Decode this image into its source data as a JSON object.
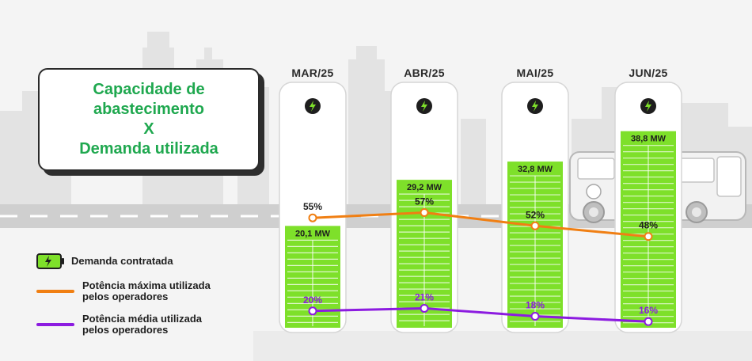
{
  "title": {
    "lines": [
      "Capacidade de",
      "abastecimento",
      "X",
      "Demanda utilizada"
    ]
  },
  "chart_data": {
    "type": "bar",
    "categories": [
      "MAR/25",
      "ABR/25",
      "MAI/25",
      "JUN/25"
    ],
    "ylim": [
      0,
      48
    ],
    "series": [
      {
        "name": "Demanda contratada",
        "type": "bar",
        "values": [
          20.1,
          29.2,
          32.8,
          38.8
        ],
        "labels": [
          "20,1 MW",
          "29,2 MW",
          "32,8 MW",
          "38,8 MW"
        ],
        "color": "#7ee02a"
      },
      {
        "name": "Potência máxima utilizada pelos operadores",
        "type": "line",
        "values": [
          55,
          57,
          52,
          48
        ],
        "labels": [
          "55%",
          "57%",
          "52%",
          "48%"
        ],
        "color": "#f07f13"
      },
      {
        "name": "Potência média utilizada pelos operadores",
        "type": "line",
        "values": [
          20,
          21,
          18,
          16
        ],
        "labels": [
          "20%",
          "21%",
          "18%",
          "16%"
        ],
        "color": "#8c1be0"
      }
    ]
  },
  "legend": [
    {
      "icon": "battery-icon",
      "text_lines": [
        "Demanda contratada"
      ]
    },
    {
      "icon": "orange-line",
      "text_lines": [
        "Potência máxima utilizada",
        "pelos operadores"
      ]
    },
    {
      "icon": "purple-line",
      "text_lines": [
        "Potência média utilizada",
        "pelos operadores"
      ]
    }
  ],
  "colors": {
    "green_title": "#1fa84f",
    "bar_green": "#7ee02a",
    "max_line": "#f07f13",
    "avg_line": "#8c1be0",
    "text_dark": "#1e1e1e"
  }
}
